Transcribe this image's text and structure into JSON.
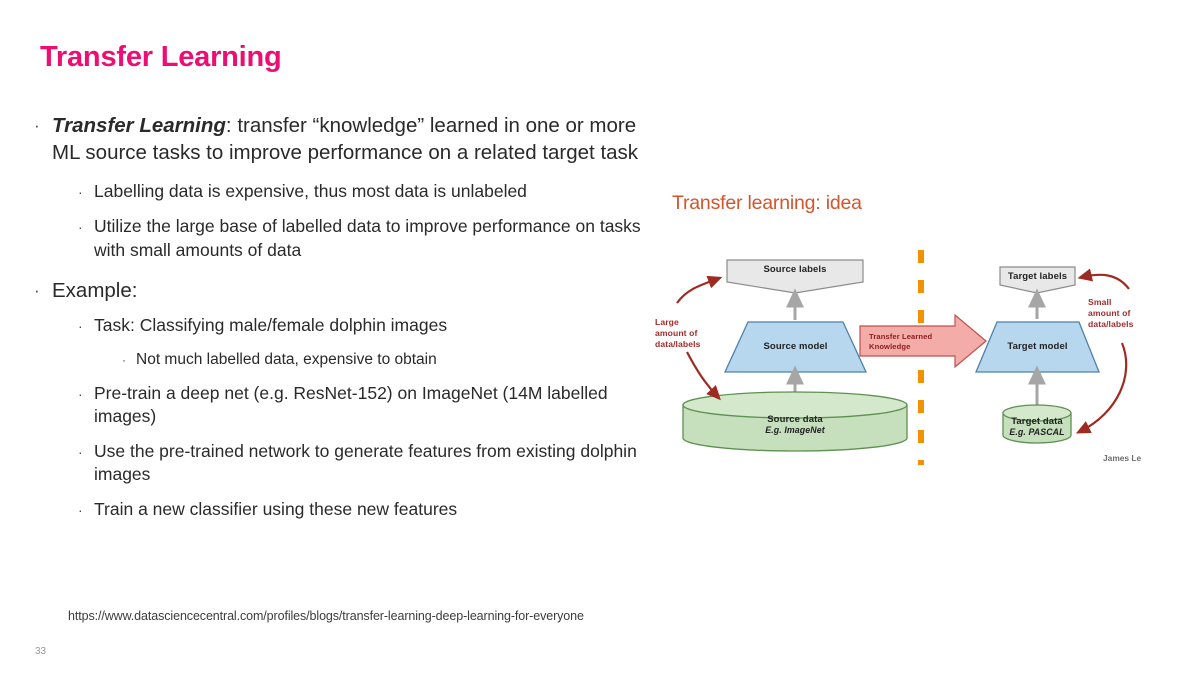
{
  "slide": {
    "title": "Transfer Learning",
    "page_number": "33",
    "source_url": "https://www.datasciencecentral.com/profiles/blogs/transfer-learning-deep-learning-for-everyone",
    "title_color": "#EC0E72",
    "bullet_glyph": "·"
  },
  "bullets": [
    {
      "level": 1,
      "lead": "Transfer Learning",
      "text": ": transfer “knowledge” learned in one or more ML source tasks to improve performance on a related target task"
    },
    {
      "level": 2,
      "text": "Labelling data is expensive, thus most data is unlabeled"
    },
    {
      "level": 2,
      "text": "Utilize the large base of labelled data to improve performance on tasks with small amounts of data"
    },
    {
      "level": 1,
      "text": "Example:"
    },
    {
      "level": 2,
      "text": "Task: Classifying male/female dolphin images"
    },
    {
      "level": 3,
      "text": "Not much labelled data, expensive to obtain"
    },
    {
      "level": 2,
      "text": "Pre-train a deep net (e.g. ResNet-152) on ImageNet (14M labelled images)"
    },
    {
      "level": 2,
      "text": "Use the pre-trained network to generate features from existing dolphin images"
    },
    {
      "level": 2,
      "text": "Train a new classifier using these new features"
    }
  ],
  "diagram": {
    "title": "Transfer learning: idea",
    "title_color": "#D2552C",
    "credit": "James Le",
    "divider_color": "#F39200",
    "source_side": {
      "labels_box": "Source labels",
      "model_box": "Source model",
      "data_box": "Source data",
      "data_sub": "E.g. ImageNet",
      "note": "Large\namount of\ndata/labels",
      "note_line1": "Large",
      "note_line2": "amount of",
      "note_line3": "data/labels"
    },
    "transfer_arrow": {
      "line1": "Transfer Learned",
      "line2": "Knowledge",
      "fill": "#F4ACA8",
      "stroke": "#C0504D"
    },
    "target_side": {
      "labels_box": "Target labels",
      "model_box": "Target model",
      "data_box": "Target data",
      "data_sub": "E.g. PASCAL",
      "note_line1": "Small",
      "note_line2": "amount of",
      "note_line3": "data/labels"
    },
    "colors": {
      "gray_box_fill": "#E8E8E8",
      "gray_box_stroke": "#8C8C8C",
      "blue_fill": "#B6D7EE",
      "blue_stroke": "#4F81A8",
      "green_fill": "#C6DFBC",
      "green_stroke": "#5E9052",
      "red_arrow": "#9E2B22",
      "gray_arrow": "#A6A6A6"
    }
  }
}
